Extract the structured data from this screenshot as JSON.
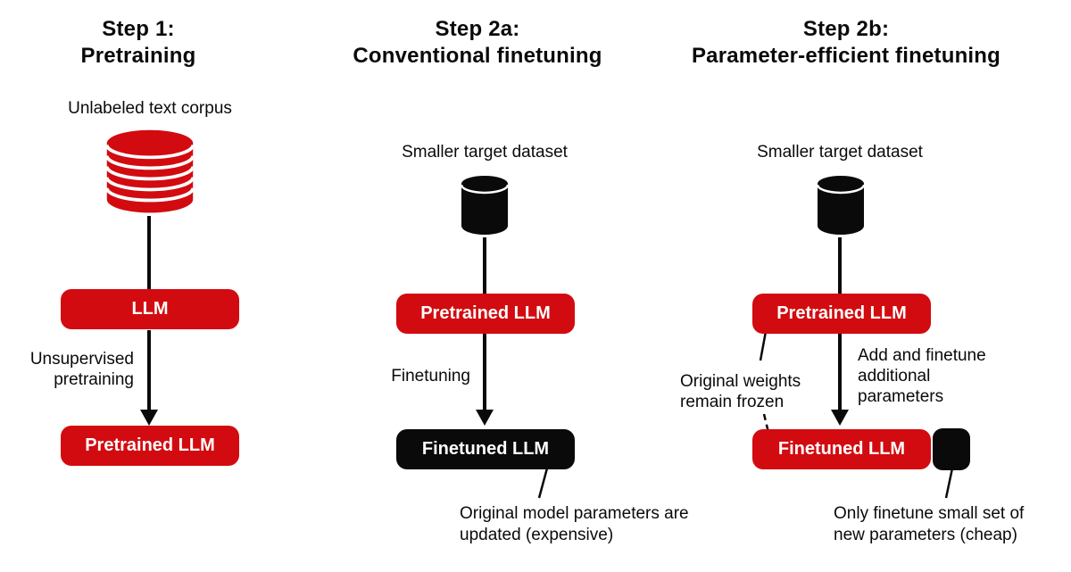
{
  "colors": {
    "red": "#d20b10",
    "ink": "#0a0a0a"
  },
  "columns": [
    {
      "title_line1": "Step 1:",
      "title_line2": "Pretraining",
      "dataset_label": "Unlabeled text corpus",
      "dataset_icon": "database-stack-icon",
      "top_box": "LLM",
      "arrow_label": "Unsupervised pretraining",
      "bottom_box": "Pretrained LLM"
    },
    {
      "title_line1": "Step 2a:",
      "title_line2": "Conventional finetuning",
      "dataset_label": "Smaller target dataset",
      "dataset_icon": "cylinder-icon",
      "top_box": "Pretrained LLM",
      "arrow_label": "Finetuning",
      "bottom_box": "Finetuned LLM",
      "footnote": "Original model parameters are updated (expensive)"
    },
    {
      "title_line1": "Step 2b:",
      "title_line2": "Parameter-efficient finetuning",
      "dataset_label": "Smaller target dataset",
      "dataset_icon": "cylinder-icon",
      "top_box": "Pretrained LLM",
      "left_note": "Original weights remain frozen",
      "right_note": "Add and finetune additional parameters",
      "bottom_box": "Finetuned LLM",
      "extra_box_icon": "new-parameters-block",
      "footnote": "Only finetune small set of new parameters (cheap)"
    }
  ]
}
